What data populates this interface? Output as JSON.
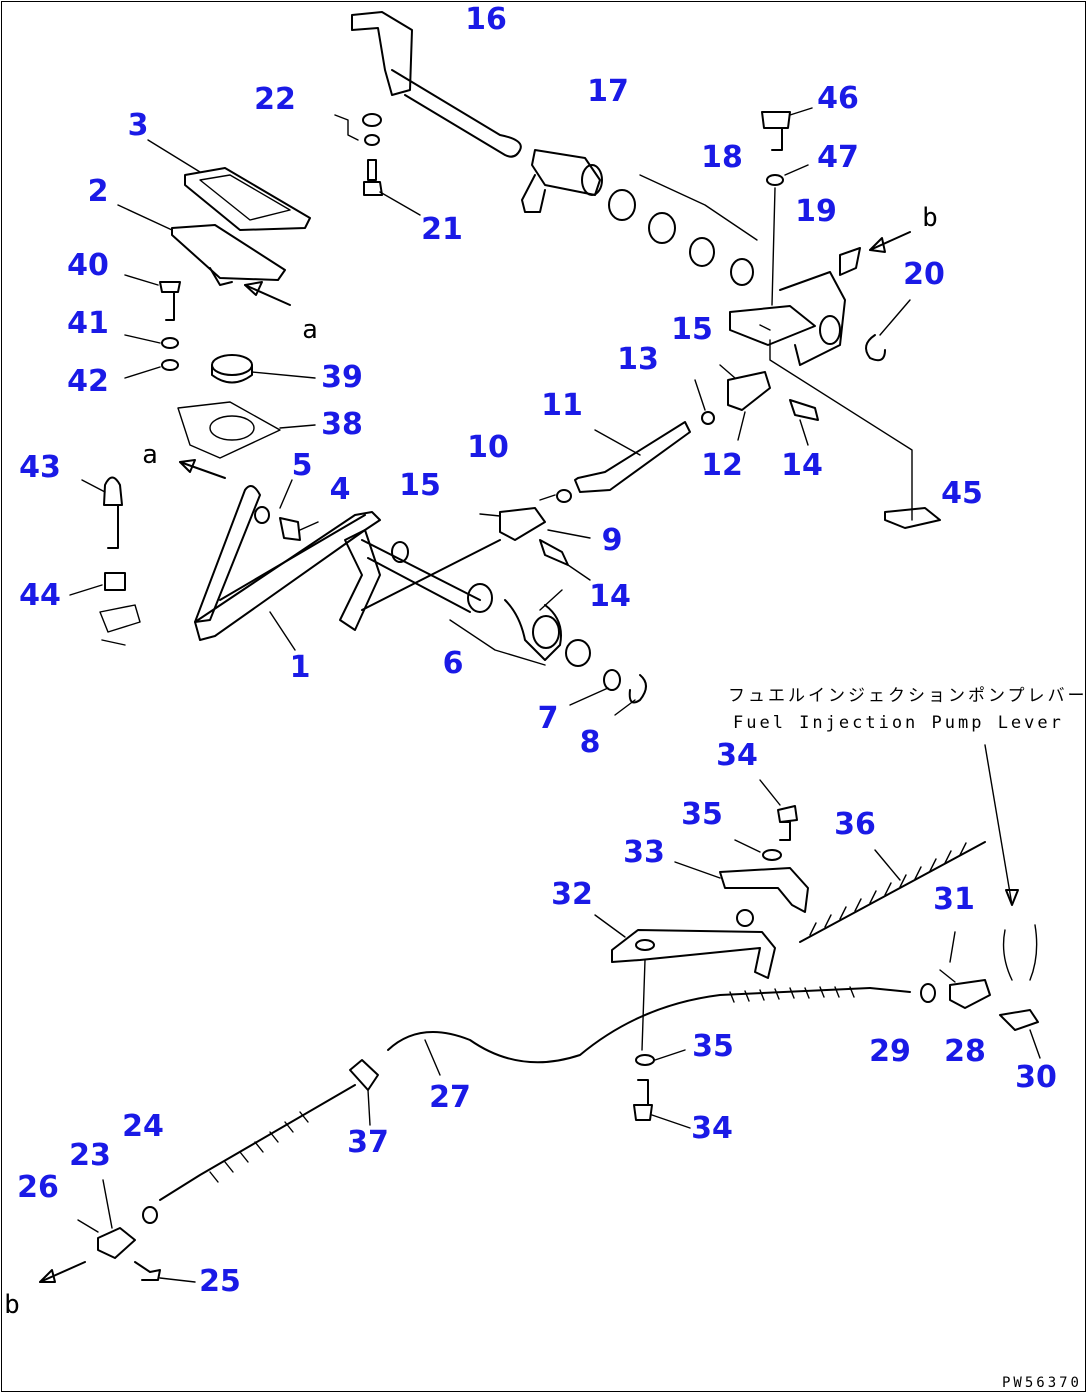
{
  "callouts": [
    {
      "id": "1",
      "label": "1"
    },
    {
      "id": "2",
      "label": "2"
    },
    {
      "id": "3",
      "label": "3"
    },
    {
      "id": "4",
      "label": "4"
    },
    {
      "id": "5",
      "label": "5"
    },
    {
      "id": "6",
      "label": "6"
    },
    {
      "id": "7",
      "label": "7"
    },
    {
      "id": "8",
      "label": "8"
    },
    {
      "id": "9",
      "label": "9"
    },
    {
      "id": "10",
      "label": "10"
    },
    {
      "id": "11",
      "label": "11"
    },
    {
      "id": "12",
      "label": "12"
    },
    {
      "id": "13",
      "label": "13"
    },
    {
      "id": "14a",
      "label": "14"
    },
    {
      "id": "14b",
      "label": "14"
    },
    {
      "id": "15a",
      "label": "15"
    },
    {
      "id": "15b",
      "label": "15"
    },
    {
      "id": "16",
      "label": "16"
    },
    {
      "id": "17",
      "label": "17"
    },
    {
      "id": "18",
      "label": "18"
    },
    {
      "id": "19",
      "label": "19"
    },
    {
      "id": "20",
      "label": "20"
    },
    {
      "id": "21",
      "label": "21"
    },
    {
      "id": "22",
      "label": "22"
    },
    {
      "id": "23",
      "label": "23"
    },
    {
      "id": "24",
      "label": "24"
    },
    {
      "id": "25",
      "label": "25"
    },
    {
      "id": "26",
      "label": "26"
    },
    {
      "id": "27",
      "label": "27"
    },
    {
      "id": "28",
      "label": "28"
    },
    {
      "id": "29",
      "label": "29"
    },
    {
      "id": "30",
      "label": "30"
    },
    {
      "id": "31",
      "label": "31"
    },
    {
      "id": "32",
      "label": "32"
    },
    {
      "id": "33",
      "label": "33"
    },
    {
      "id": "34a",
      "label": "34"
    },
    {
      "id": "34b",
      "label": "34"
    },
    {
      "id": "35a",
      "label": "35"
    },
    {
      "id": "35b",
      "label": "35"
    },
    {
      "id": "36",
      "label": "36"
    },
    {
      "id": "37",
      "label": "37"
    },
    {
      "id": "38",
      "label": "38"
    },
    {
      "id": "39",
      "label": "39"
    },
    {
      "id": "40",
      "label": "40"
    },
    {
      "id": "41",
      "label": "41"
    },
    {
      "id": "42",
      "label": "42"
    },
    {
      "id": "43",
      "label": "43"
    },
    {
      "id": "44",
      "label": "44"
    },
    {
      "id": "45",
      "label": "45"
    },
    {
      "id": "46",
      "label": "46"
    },
    {
      "id": "47",
      "label": "47"
    }
  ],
  "refs": {
    "a_top": "a",
    "a_left": "a",
    "b_right": "b",
    "b_bottom": "b"
  },
  "note": {
    "japanese": "フュエルインジェクションポンプレバー",
    "english": "Fuel Injection Pump Lever"
  },
  "drawing_code": "PW56370",
  "colors": {
    "callout": "#1a1ae6",
    "line": "#000000"
  }
}
